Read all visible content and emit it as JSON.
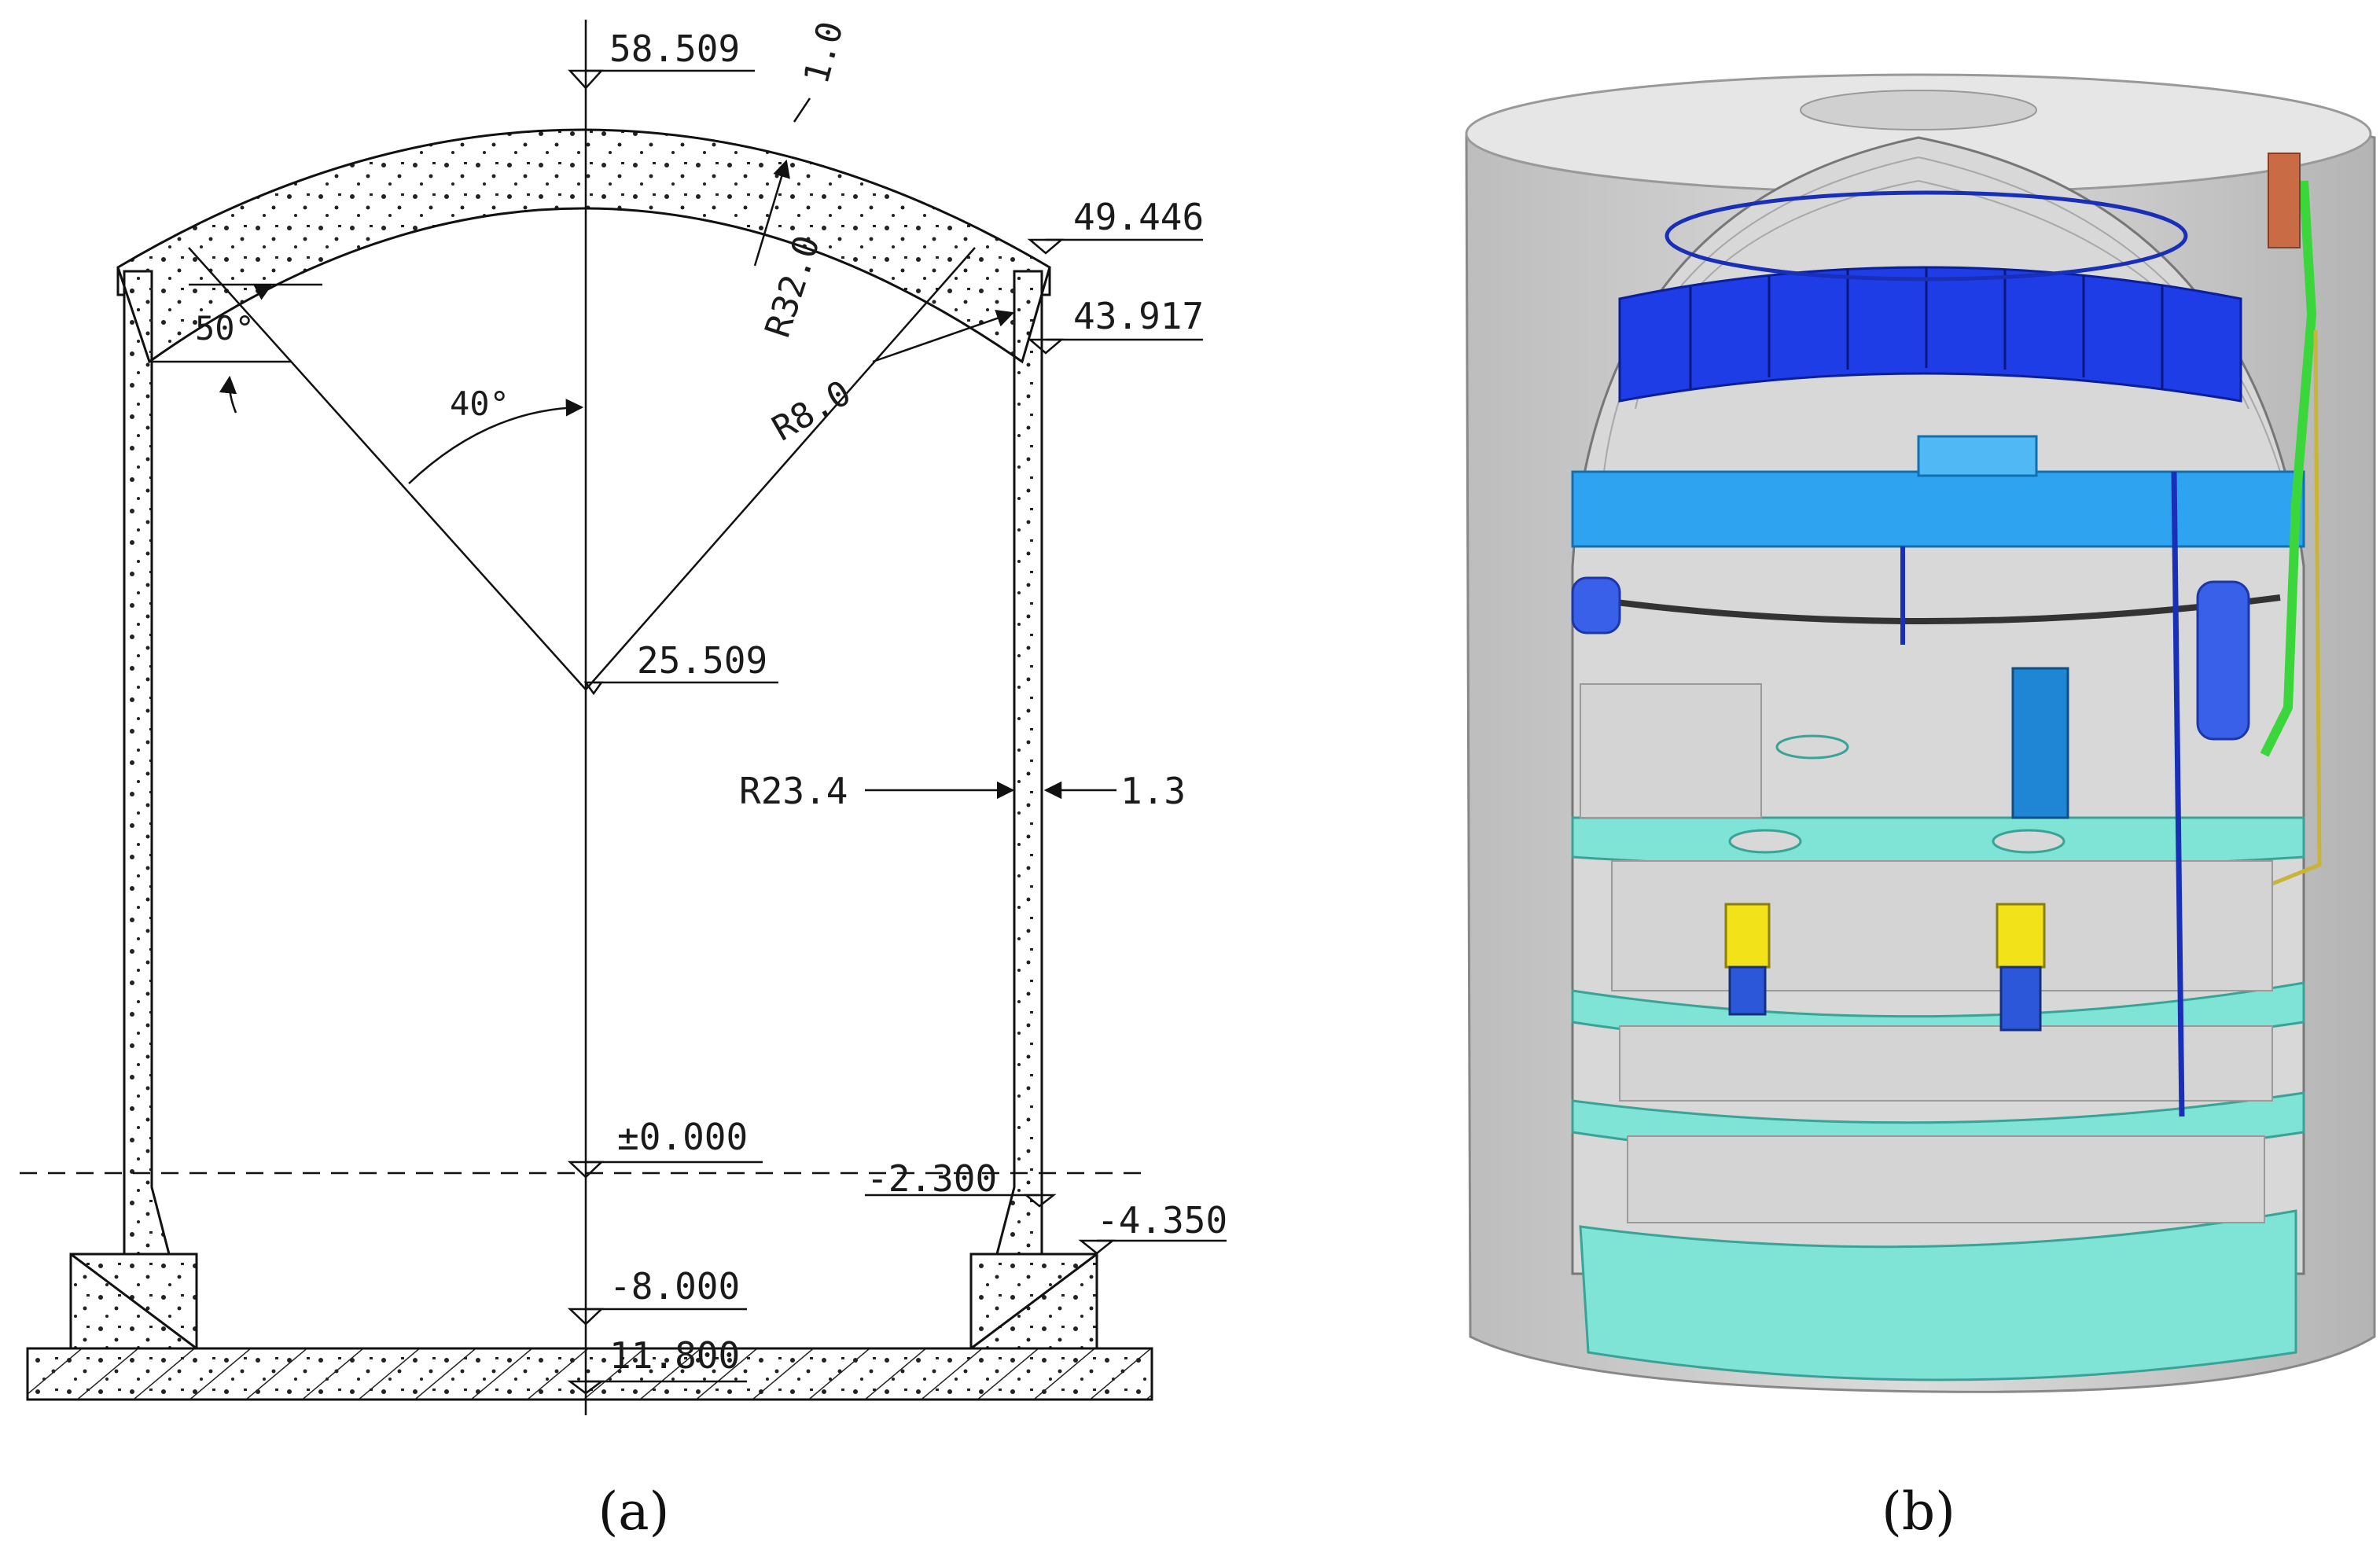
{
  "panel_a": {
    "elevations": {
      "dome_top": "58.509",
      "springline_outer": "49.446",
      "springline_inner": "43.917",
      "dome_center": "25.509",
      "ground": "±0.000",
      "base_ring": "-2.300",
      "foundation_top_right": "-4.350",
      "basemat_top": "-8.000",
      "basemat_bottom": "11.800"
    },
    "dimensions": {
      "dome_thickness": "1.0",
      "dome_radius": "R32.0",
      "knuckle_radius": "R8.0",
      "cylinder_radius": "R23.4",
      "wall_thickness": "1.3"
    },
    "angles": {
      "knuckle_angle": "50°",
      "dome_half_angle": "40°"
    },
    "caption": "(a)"
  },
  "panel_b": {
    "caption": "(b)",
    "colors": {
      "concrete": "#c9c9c9",
      "floors": "#7fe3d6",
      "crane": "#2ea4f0",
      "ring_tanks": "#1f3de6",
      "pipes": "#3bd63b",
      "yellow": "#f2e21a"
    }
  }
}
